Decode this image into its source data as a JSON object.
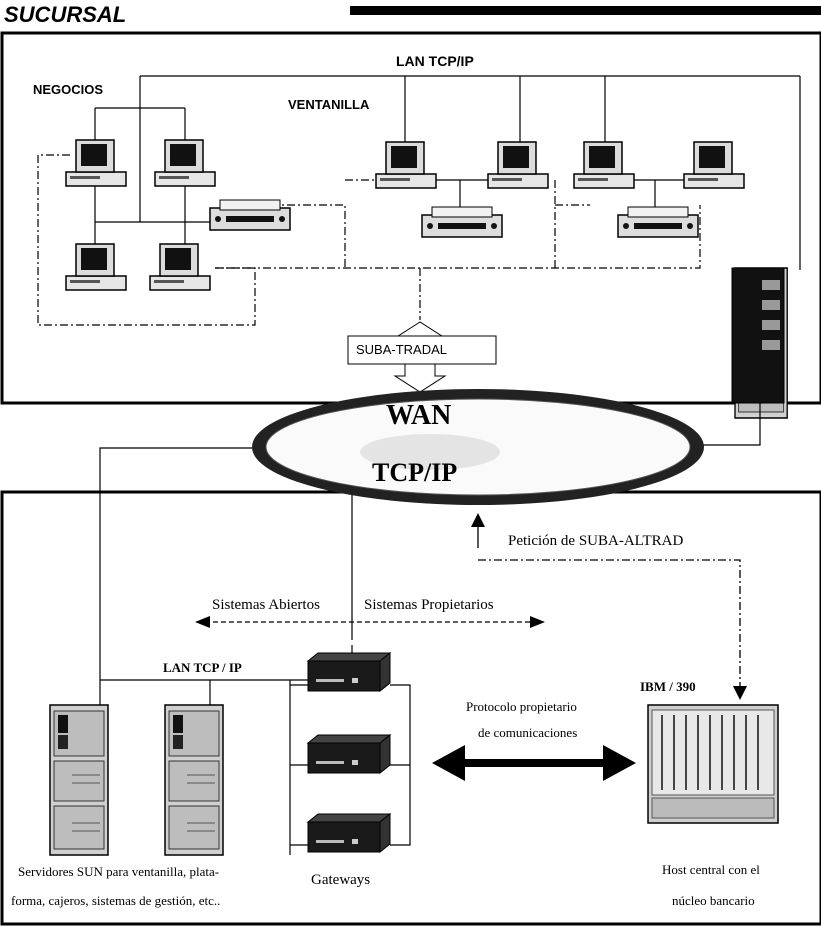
{
  "branch": {
    "title": "SUCURSAL",
    "lan_label": "LAN TCP/IP",
    "negocios_label": "NEGOCIOS",
    "ventanilla_label": "VENTANILLA",
    "suba_tradal_label": "SUBA-TRADAL"
  },
  "wan": {
    "line1": "WAN",
    "line2": "TCP/IP"
  },
  "central": {
    "request_label": "Petición de SUBA-ALTRAD",
    "open_systems_label": "Sistemas Abiertos",
    "proprietary_systems_label": "Sistemas Propietarios",
    "lan_label": "LAN TCP / IP",
    "ibm_label": "IBM / 390",
    "protocol_line1": "Protocolo propietario",
    "protocol_line2": "de comunicaciones",
    "servers_caption_line1": "Servidores SUN para ventanilla, plata-",
    "servers_caption_line2": "forma, cajeros, sistemas de gestión, etc..",
    "gateways_caption": "Gateways",
    "host_caption_line1": "Host central con el",
    "host_caption_line2": "núcleo bancario"
  }
}
